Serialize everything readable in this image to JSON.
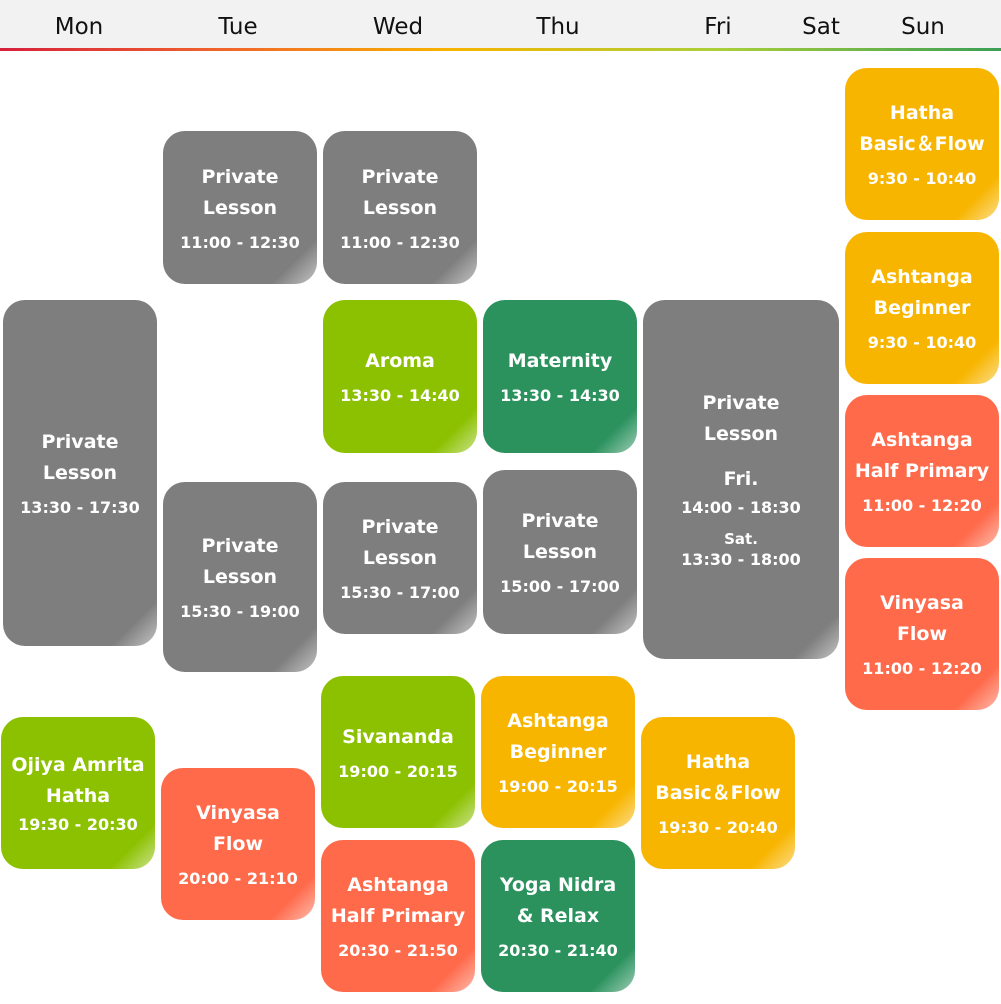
{
  "days": [
    "Mon",
    "Tue",
    "Wed",
    "Thu",
    "Fri",
    "Sat",
    "Sun"
  ],
  "classes": {
    "sun_hatha": {
      "name1": "Hatha",
      "name2": "Basic＆Flow",
      "time": "9:30 - 10:40",
      "color": "#f8b500"
    },
    "sun_ashtanga_beg": {
      "name1": "Ashtanga",
      "name2": "Beginner",
      "time": "9:30 - 10:40",
      "color": "#f8b500"
    },
    "sun_ashtanga_half": {
      "name1": "Ashtanga",
      "name2": "Half Primary",
      "time": "11:00 - 12:20",
      "color": "#ff6a4b"
    },
    "sun_vinyasa": {
      "name1": "Vinyasa",
      "name2": "Flow",
      "time": "11:00 - 12:20",
      "color": "#ff6a4b"
    },
    "tue_private_am": {
      "name1": "Private",
      "name2": "Lesson",
      "time": "11:00 - 12:30",
      "color": "#7e7e7e"
    },
    "wed_private_am": {
      "name1": "Private",
      "name2": "Lesson",
      "time": "11:00 - 12:30",
      "color": "#7e7e7e"
    },
    "mon_private": {
      "name1": "Private",
      "name2": "Lesson",
      "time": "13:30 - 17:30",
      "color": "#7e7e7e"
    },
    "wed_aroma": {
      "name1": "Aroma",
      "time": "13:30 - 14:40",
      "color": "#8cc101"
    },
    "thu_maternity": {
      "name1": "Maternity",
      "time": "13:30 - 14:30",
      "color": "#2b925e"
    },
    "fri_private": {
      "name1": "Private",
      "name2": "Lesson",
      "day_fri": "Fri.",
      "time_fri": "14:00 - 18:30",
      "day_sat": "Sat.",
      "time_sat": "13:30 - 18:00",
      "color": "#7e7e7e"
    },
    "tue_private_pm": {
      "name1": "Private",
      "name2": "Lesson",
      "time": "15:30 - 19:00",
      "color": "#7e7e7e"
    },
    "wed_private_pm": {
      "name1": "Private",
      "name2": "Lesson",
      "time": "15:30 - 17:00",
      "color": "#7e7e7e"
    },
    "thu_private_pm": {
      "name1": "Private",
      "name2": "Lesson",
      "time": "15:00 - 17:00",
      "color": "#7e7e7e"
    },
    "wed_sivananda": {
      "name1": "Sivananda",
      "time": "19:00 - 20:15",
      "color": "#8cc101"
    },
    "thu_ashtanga_beg": {
      "name1": "Ashtanga",
      "name2": "Beginner",
      "time": "19:00 - 20:15",
      "color": "#f8b500"
    },
    "mon_ojiya": {
      "name1": "Ojiya Amrita",
      "name2": "Hatha",
      "time": "19:30 - 20:30",
      "color": "#8cc101"
    },
    "fri_hatha": {
      "name1": "Hatha",
      "name2": "Basic＆Flow",
      "time": "19:30 - 20:40",
      "color": "#f8b500"
    },
    "tue_vinyasa": {
      "name1": "Vinyasa",
      "name2": "Flow",
      "time": "20:00 - 21:10",
      "color": "#ff6a4b"
    },
    "wed_ashtanga_half": {
      "name1": "Ashtanga",
      "name2": "Half Primary",
      "time": "20:30 - 21:50",
      "color": "#ff6a4b"
    },
    "thu_nidra": {
      "name1": "Yoga Nidra",
      "name2": "& Relax",
      "time": "20:30 - 21:40",
      "color": "#2b925e"
    }
  }
}
